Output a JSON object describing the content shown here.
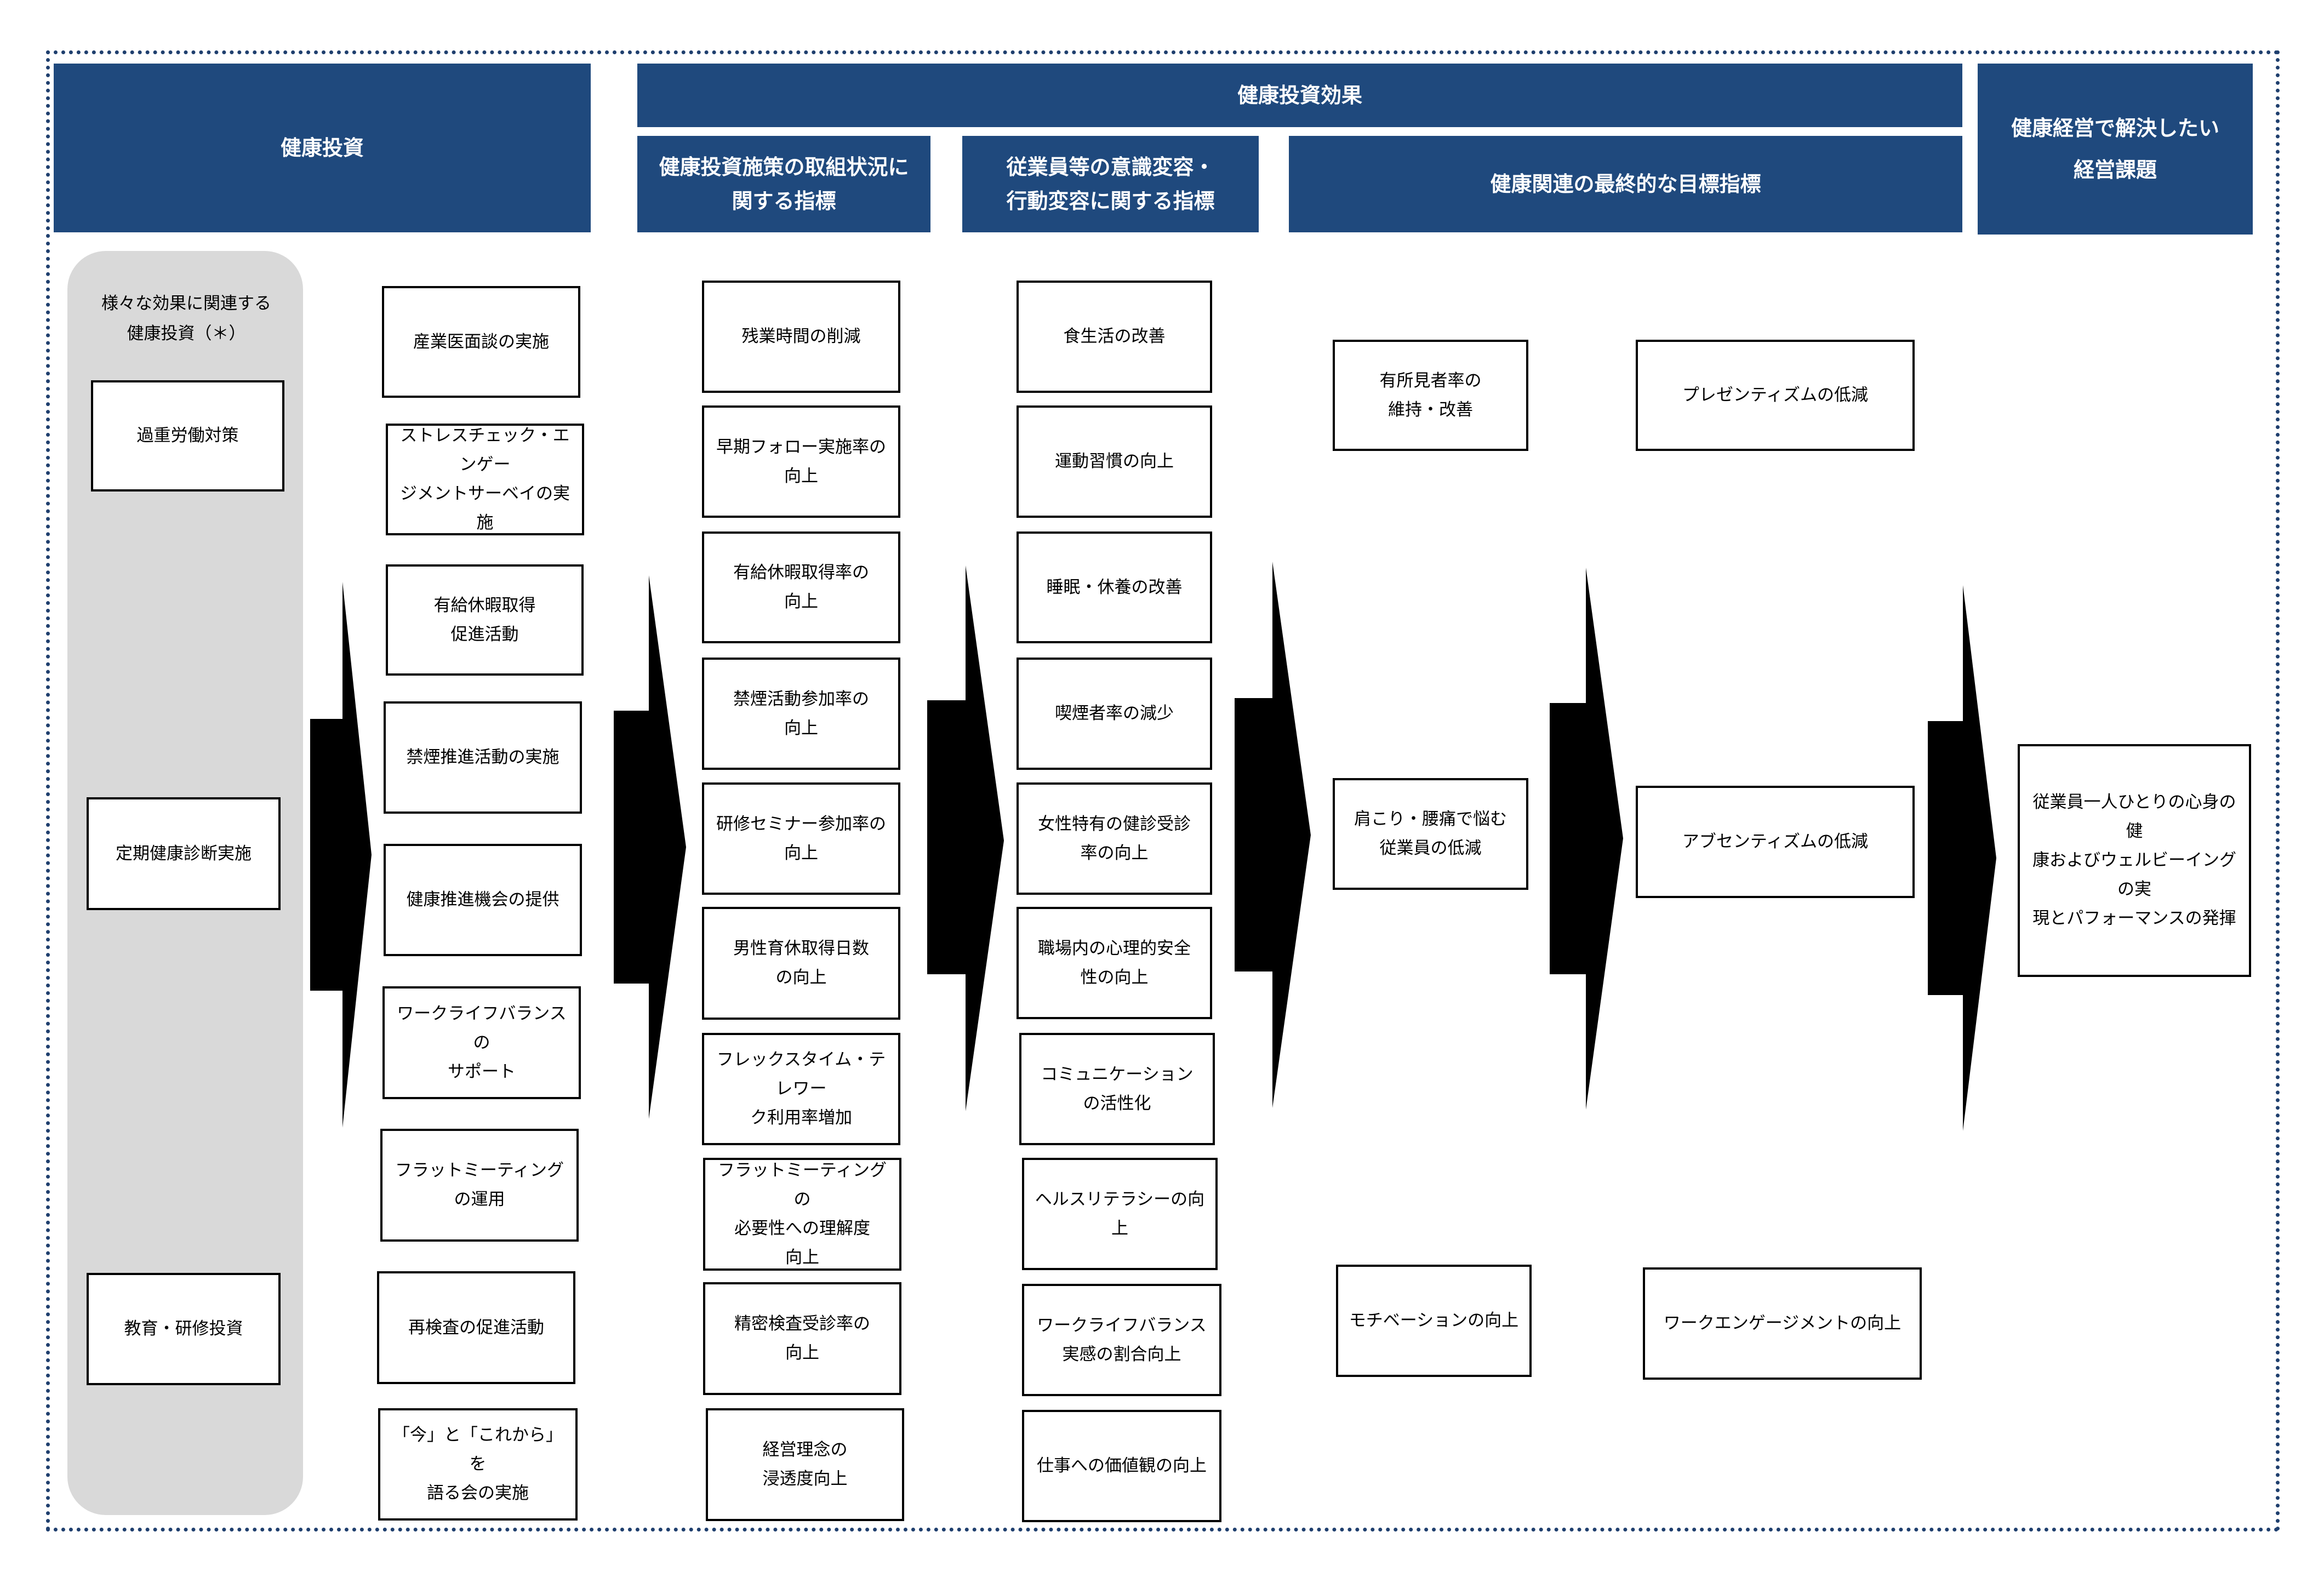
{
  "headers": {
    "investment": "健康投資",
    "effect": "健康投資効果",
    "measures": "健康投資施策の取組状況に\n関する指標",
    "awareness": "従業員等の意識変容・\n行動変容に関する指標",
    "final": "健康関連の最終的な目標指標",
    "issues": "健康経営で解決したい\n経営課題"
  },
  "investment_column": {
    "note": "様々な効果に関連する\n健康投資（＊）",
    "items": [
      "過重労働対策",
      "定期健康診断実施",
      "教育・研修投資"
    ]
  },
  "initiatives": [
    "産業医面談の実施",
    "ストレスチェック・エンゲー\nジメントサーベイの実施",
    "有給休暇取得\n促進活動",
    "禁煙推進活動の実施",
    "健康推進機会の提供",
    "ワークライフバランスの\nサポート",
    "フラットミーティング\nの運用",
    "再検査の促進活動",
    "「今」と「これから」を\n語る会の実施"
  ],
  "measure_indicators": [
    "残業時間の削減",
    "早期フォロー実施率の\n向上",
    "有給休暇取得率の\n向上",
    "禁煙活動参加率の\n向上",
    "研修セミナー参加率の\n向上",
    "男性育休取得日数\nの向上",
    "フレックスタイム・テレワー\nク利用率増加",
    "フラットミーティングの\n必要性への理解度\n向上",
    "精密検査受診率の\n向上",
    "経営理念の\n浸透度向上"
  ],
  "behavior_indicators": [
    "食生活の改善",
    "運動習慣の向上",
    "睡眠・休養の改善",
    "喫煙者率の減少",
    "女性特有の健診受診\n率の向上",
    "職場内の心理的安全\n性の向上",
    "コミュニケーション\nの活性化",
    "ヘルスリテラシーの向上",
    "ワークライフバランス\n実感の割合向上",
    "仕事への価値観の向上"
  ],
  "final_indicators_a": [
    "有所見者率の\n維持・改善",
    "肩こり・腰痛で悩む\n従業員の低減",
    "モチベーションの向上"
  ],
  "final_indicators_b": [
    "プレゼンティズムの低減",
    "アブセンティズムの低減",
    "ワークエンゲージメントの向上"
  ],
  "management_issue": "従業員一人ひとりの心身の健\n康およびウェルビーイングの実\n現とパフォーマンスの発揮",
  "colors": {
    "header_bg": "#1f497d",
    "header_text": "#ffffff",
    "sidebar_bg": "#d9d9d9",
    "frame": "#1f3f6e",
    "arrow": "#000000"
  }
}
